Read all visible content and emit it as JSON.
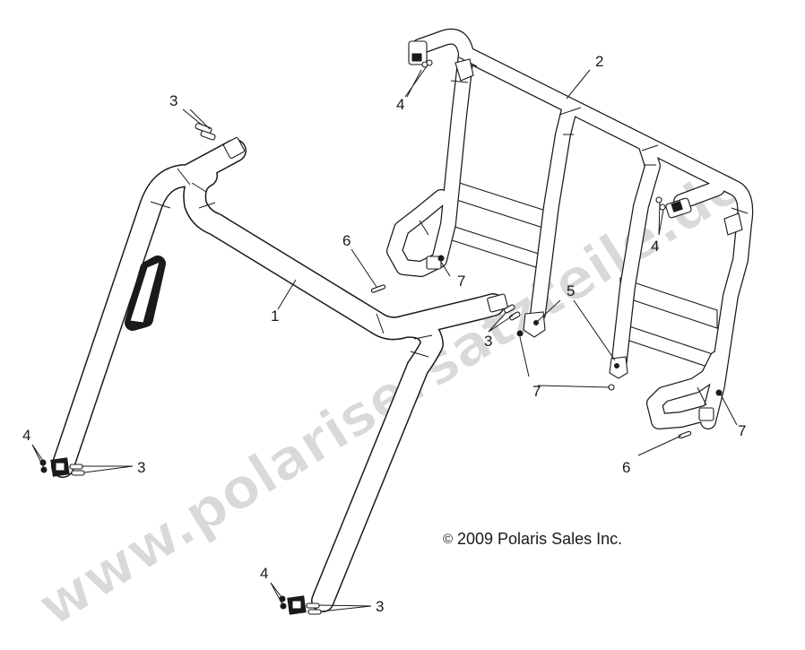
{
  "diagram": {
    "callouts": [
      {
        "id": "c1",
        "text": "1"
      },
      {
        "id": "c2",
        "text": "2"
      },
      {
        "id": "c3a",
        "text": "3"
      },
      {
        "id": "c3b",
        "text": "3"
      },
      {
        "id": "c3c",
        "text": "3"
      },
      {
        "id": "c3d",
        "text": "3"
      },
      {
        "id": "c4a",
        "text": "4"
      },
      {
        "id": "c4b",
        "text": "4"
      },
      {
        "id": "c4c",
        "text": "4"
      },
      {
        "id": "c4d",
        "text": "4"
      },
      {
        "id": "c5",
        "text": "5"
      },
      {
        "id": "c6a",
        "text": "6"
      },
      {
        "id": "c6b",
        "text": "6"
      },
      {
        "id": "c7a",
        "text": "7"
      },
      {
        "id": "c7b",
        "text": "7"
      },
      {
        "id": "c7c",
        "text": "7"
      }
    ],
    "copyright_symbol": "©",
    "copyright": "2009 Polaris Sales Inc.",
    "watermark": "www.polarisersatzteile.de"
  }
}
